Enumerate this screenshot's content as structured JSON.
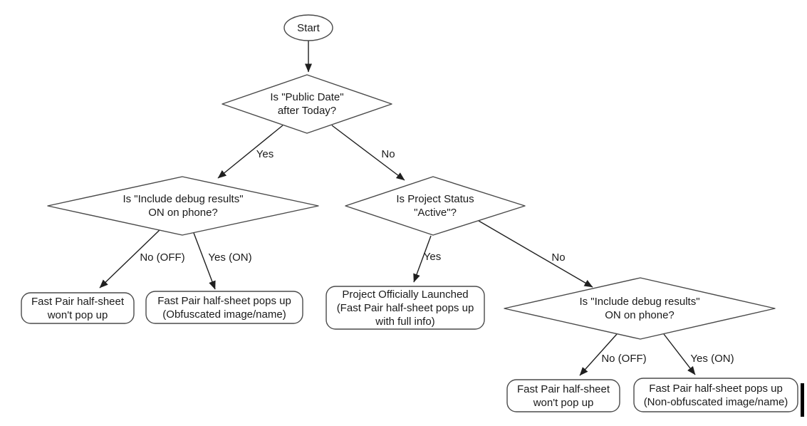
{
  "colors": {
    "background": "#ffffff",
    "node_fill": "#ffffff",
    "node_border": "#4a4a4a",
    "connector": "#1f1f1f",
    "text": "#1a1a1a",
    "cursor_bar": "#000000"
  },
  "diagram": {
    "nodes": {
      "start": {
        "label": "Start"
      },
      "public_date": {
        "label": "Is \"Public Date\"\nafter Today?"
      },
      "debug_left": {
        "label": "Is \"Include debug results\"\nON on phone?"
      },
      "status": {
        "label": "Is Project Status\n\"Active\"?"
      },
      "debug_right": {
        "label": "Is \"Include debug results\"\nON on phone?"
      },
      "no_popup_left": {
        "label": "Fast Pair half-sheet\nwon't pop up"
      },
      "obfuscated": {
        "label": "Fast Pair half-sheet pops up\n(Obfuscated image/name)"
      },
      "launched": {
        "label": "Project Officially Launched\n(Fast Pair half-sheet pops up\nwith full info)"
      },
      "no_popup_right": {
        "label": "Fast Pair half-sheet\nwon't pop up"
      },
      "non_obfuscated": {
        "label": "Fast Pair half-sheet pops up\n(Non-obfuscated image/name)"
      }
    },
    "edges": {
      "public_date_yes": {
        "label": "Yes"
      },
      "public_date_no": {
        "label": "No"
      },
      "debug_left_no": {
        "label": "No (OFF)"
      },
      "debug_left_yes": {
        "label": "Yes (ON)"
      },
      "status_yes": {
        "label": "Yes"
      },
      "status_no": {
        "label": "No"
      },
      "debug_right_no": {
        "label": "No (OFF)"
      },
      "debug_right_yes": {
        "label": "Yes (ON)"
      }
    }
  }
}
